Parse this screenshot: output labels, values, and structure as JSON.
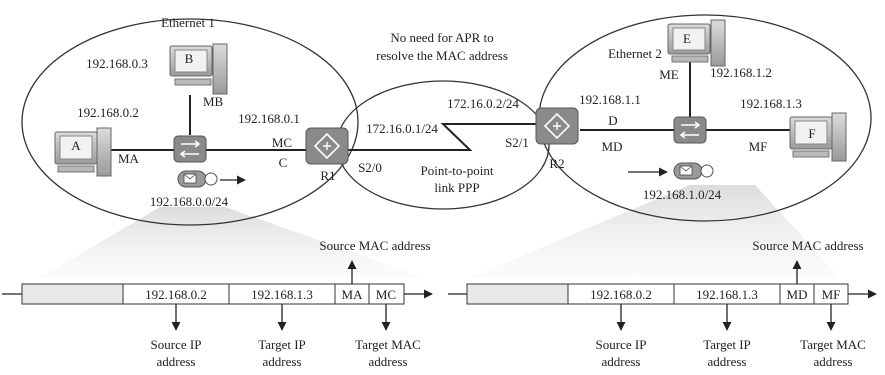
{
  "ethernet1": {
    "title": "Ethernet 1",
    "host_a": "A",
    "host_b": "B",
    "ip_b": "192.168.0.3",
    "ip_a": "192.168.0.2",
    "mac_b": "MB",
    "mac_a": "MA",
    "gateway_ip": "192.168.0.1",
    "mac_c": "MC",
    "port_c": "C",
    "network": "192.168.0.0/24"
  },
  "ethernet2": {
    "title": "Ethernet 2",
    "host_e": "E",
    "host_f": "F",
    "ip_e": "192.168.1.2",
    "mac_e": "ME",
    "ip_f": "192.168.1.3",
    "mac_f": "MF",
    "gateway_ip": "192.168.1.1",
    "port_d": "D",
    "mac_d": "MD",
    "network": "192.168.1.0/24"
  },
  "ppp": {
    "note_line1": "No need for APR to",
    "note_line2": "resolve the MAC address",
    "ip_r1": "172.16.0.1/24",
    "ip_r2": "172.16.0.2/24",
    "port_r1": "S2/0",
    "port_r2": "S2/1",
    "link_line1": "Point-to-point",
    "link_line2": "link PPP"
  },
  "routers": {
    "r1": "R1",
    "r2": "R2"
  },
  "frame_left": {
    "src_ip": "192.168.0.2",
    "dst_ip": "192.168.1.3",
    "src_mac": "MA",
    "dst_mac": "MC",
    "label_src_mac": "Source MAC address",
    "label_src_ip_1": "Source IP",
    "label_src_ip_2": "address",
    "label_dst_ip_1": "Target IP",
    "label_dst_ip_2": "address",
    "label_dst_mac_1": "Target MAC",
    "label_dst_mac_2": "address"
  },
  "frame_right": {
    "src_ip": "192.168.0.2",
    "dst_ip": "192.168.1.3",
    "src_mac": "MD",
    "dst_mac": "MF",
    "label_src_mac": "Source MAC address",
    "label_src_ip_1": "Source IP",
    "label_src_ip_2": "address",
    "label_dst_ip_1": "Target IP",
    "label_dst_ip_2": "address",
    "label_dst_mac_1": "Target MAC",
    "label_dst_mac_2": "address"
  }
}
